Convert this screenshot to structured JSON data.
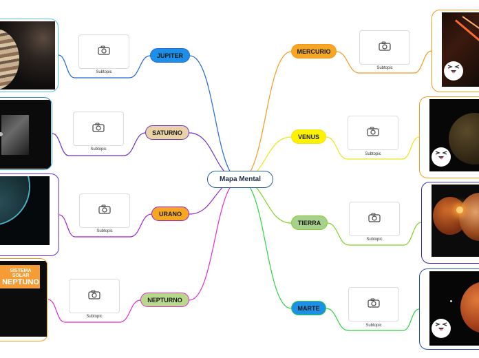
{
  "center": {
    "label": "Mapa Mental"
  },
  "branches": [
    {
      "key": "jupiter",
      "label": "JUPITER",
      "color": "#2066d6",
      "fill": "#1e8fe6",
      "text_color": "#1a1a1a",
      "subtopic": "Subtopic"
    },
    {
      "key": "saturno",
      "label": "SATURNO",
      "color": "#6a2fc9",
      "fill": "#e8d2a6",
      "text_color": "#1a1a1a",
      "subtopic": "Subtopic"
    },
    {
      "key": "urano",
      "label": "URANO",
      "color": "#a020d0",
      "fill": "#f5a623",
      "text_color": "#1a1a1a",
      "subtopic": "Subtopic"
    },
    {
      "key": "neptuno",
      "label": "NEPTURNO",
      "color": "#e12ad2",
      "fill": "#b8d98c",
      "text_color": "#1a1a1a",
      "subtopic": "Subtopic"
    },
    {
      "key": "mercurio",
      "label": "MERCURIO",
      "color": "#f39a1f",
      "fill": "#f5a623",
      "text_color": "#1a1a1a",
      "subtopic": "Subtopic"
    },
    {
      "key": "venus",
      "label": "VENUS",
      "color": "#f0e41a",
      "fill": "#fff200",
      "text_color": "#1a1a1a",
      "subtopic": "Subtopic"
    },
    {
      "key": "tierra",
      "label": "TIERRA",
      "color": "#7ed321",
      "fill": "#a8d08d",
      "text_color": "#1a1a1a",
      "subtopic": "Subtopic"
    },
    {
      "key": "marte",
      "label": "MARTE",
      "color": "#2ad43f",
      "fill": "#1e8fe6",
      "text_color": "#1a1a1a",
      "subtopic": "Subtopic"
    }
  ],
  "images": {
    "neptuno_banner_line1": "SISTEMA SOLAR",
    "neptuno_banner_line2": "NEPTUNO"
  },
  "colors": {
    "center_border": "#1f5f9e",
    "card_jupiter": "#5bc0de",
    "card_saturno": "#1e88c9",
    "card_urano": "#6a2fc9",
    "card_neptuno": "#f39a1f",
    "card_mercurio": "#f39a1f",
    "card_venus": "#f39a1f",
    "card_tierra": "#3b2aa8",
    "card_marte": "#1f4aa8"
  }
}
